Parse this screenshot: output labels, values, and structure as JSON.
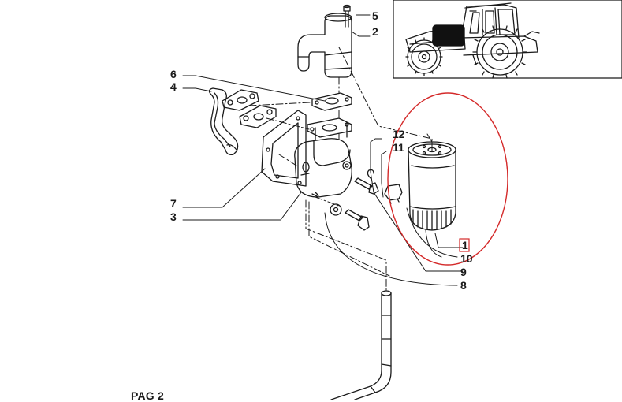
{
  "page_label": "PAG 2",
  "callouts": {
    "c1": "1",
    "c2": "2",
    "c3": "3",
    "c4": "4",
    "c5": "5",
    "c6": "6",
    "c7": "7",
    "c8": "8",
    "c9": "9",
    "c10": "10",
    "c11": "11",
    "c12": "12"
  },
  "colors": {
    "line": "#1a1a1a",
    "highlight": "#d42a2a",
    "tractor_fill": "#111111"
  },
  "icons": [
    "tractor-icon",
    "oil-filter-icon",
    "bolt-icon",
    "washer-icon",
    "flange-icon"
  ]
}
